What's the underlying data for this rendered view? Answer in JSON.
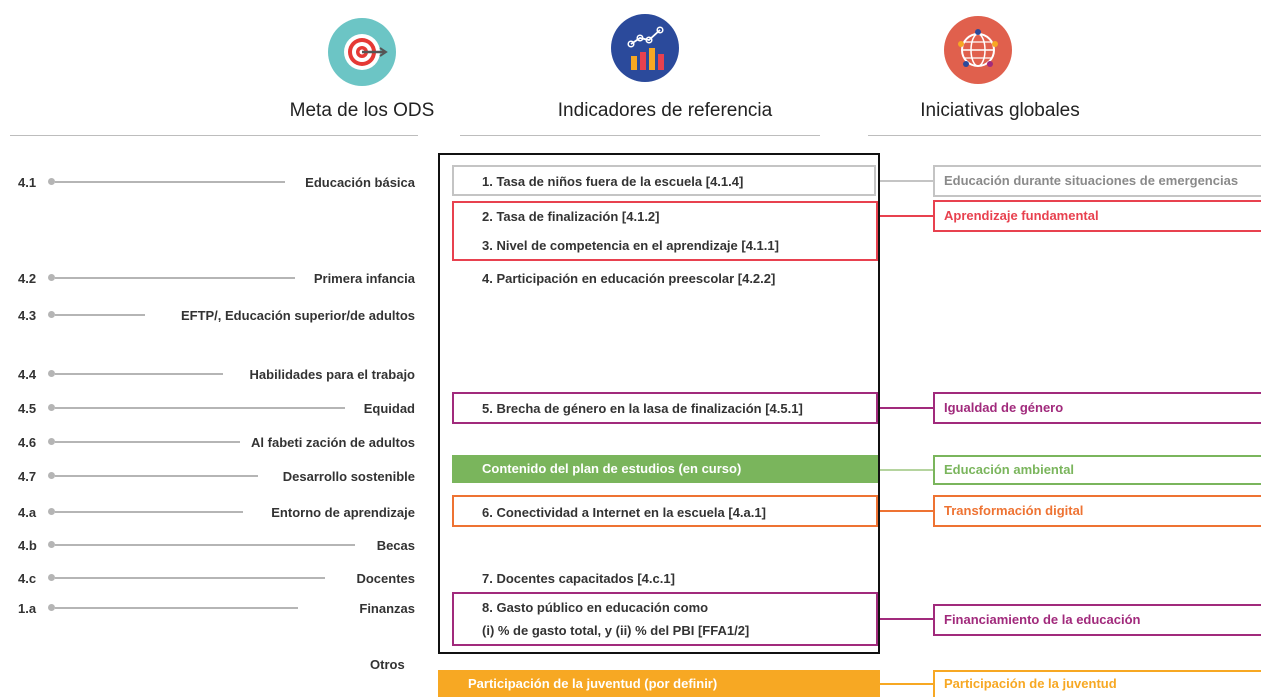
{
  "columns": {
    "meta": {
      "title": "Meta de los ODS",
      "icon": "target-icon",
      "color": "#6cc5c5"
    },
    "indicadores": {
      "title": "Indicadores de referencia",
      "icon": "bar-line-chart-icon",
      "color": "#2b4a9b"
    },
    "iniciativas": {
      "title": "Iniciativas globales",
      "icon": "globe-network-icon",
      "color": "#e0604d"
    }
  },
  "metas": [
    {
      "code": "4.1",
      "label": "Educación básica"
    },
    {
      "code": "4.2",
      "label": "Primera infancia"
    },
    {
      "code": "4.3",
      "label": "EFTP/, Educación superior/de adultos"
    },
    {
      "code": "4.4",
      "label": "Habilidades para el trabajo"
    },
    {
      "code": "4.5",
      "label": "Equidad"
    },
    {
      "code": "4.6",
      "label": "Al fabeti zación de adultos"
    },
    {
      "code": "4.7",
      "label": "Desarrollo sostenible"
    },
    {
      "code": "4.a",
      "label": "Entorno de aprendizaje"
    },
    {
      "code": "4.b",
      "label": "Becas"
    },
    {
      "code": "4.c",
      "label": "Docentes"
    },
    {
      "code": "1.a",
      "label": "Finanzas"
    }
  ],
  "otros_label": "Otros",
  "indicadores": {
    "i1": "1. Tasa de niños fuera de la escuela [4.1.4]",
    "i2": "2. Tasa de finalización [4.1.2]",
    "i3": "3. Nivel de competencia en el aprendizaje [4.1.1]",
    "i4": "4. Participación en educación preescolar [4.2.2]",
    "i5": "5. Brecha de género en la lasa de finalización [4.5.1]",
    "curriculum": "Contenido del plan de estudios (en curso)",
    "i6": "6. Conectividad a Internet en la escuela [4.a.1]",
    "i7": "7. Docentes capacitados [4.c.1]",
    "i8_line1": "8. Gasto público en educación como",
    "i8_line2": "(i) % de gasto total, y (ii) % del PBI [FFA1/2]",
    "youth": "Participación de la juventud (por definir)"
  },
  "iniciativas": {
    "emergencias": "Educación durante situaciones de emergencias",
    "aprendizaje": "Aprendizaje fundamental",
    "genero": "Igualdad de género",
    "ambiental": "Educación ambiental",
    "digital": "Transformación digital",
    "financiamiento": "Financiamiento de la educación",
    "juventud": "Participación de la juventud"
  },
  "colors": {
    "grey": "#c4c4c4",
    "red": "#e8414f",
    "purple": "#a12a7c",
    "green": "#7ab55c",
    "orange": "#ee7333",
    "gold": "#f7a823",
    "frame": "#111111"
  }
}
